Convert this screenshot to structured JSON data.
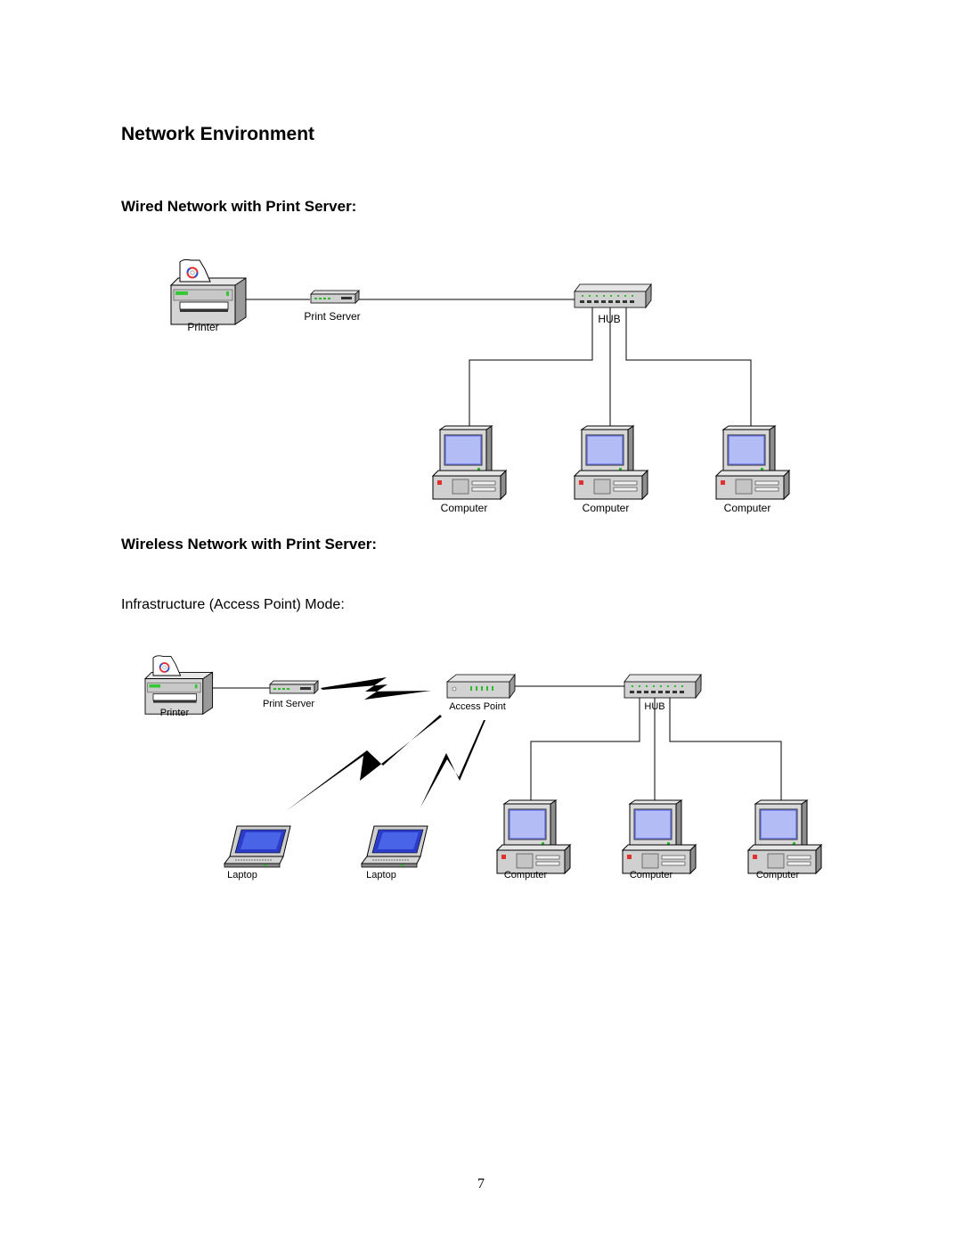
{
  "page": {
    "title": "Network Environment",
    "page_number": "7"
  },
  "wired": {
    "heading": "Wired Network with Print Server:",
    "printer_label": "Printer",
    "print_server_label": "Print Server",
    "hub_label": "HUB",
    "computer_labels": [
      "Computer",
      "Computer",
      "Computer"
    ]
  },
  "wireless": {
    "heading": "Wireless Network with Print Server:",
    "mode_label": "Infrastructure (Access Point) Mode:",
    "printer_label": "Printer",
    "print_server_label": "Print Server",
    "access_point_label": "Access Point",
    "hub_label": "HUB",
    "laptop_labels": [
      "Laptop",
      "Laptop"
    ],
    "computer_labels": [
      "Computer",
      "Computer",
      "Computer"
    ]
  },
  "icons": [
    "printer-icon",
    "print-server-icon",
    "hub-icon",
    "computer-icon",
    "access-point-icon",
    "laptop-icon",
    "wireless-signal-icon"
  ]
}
